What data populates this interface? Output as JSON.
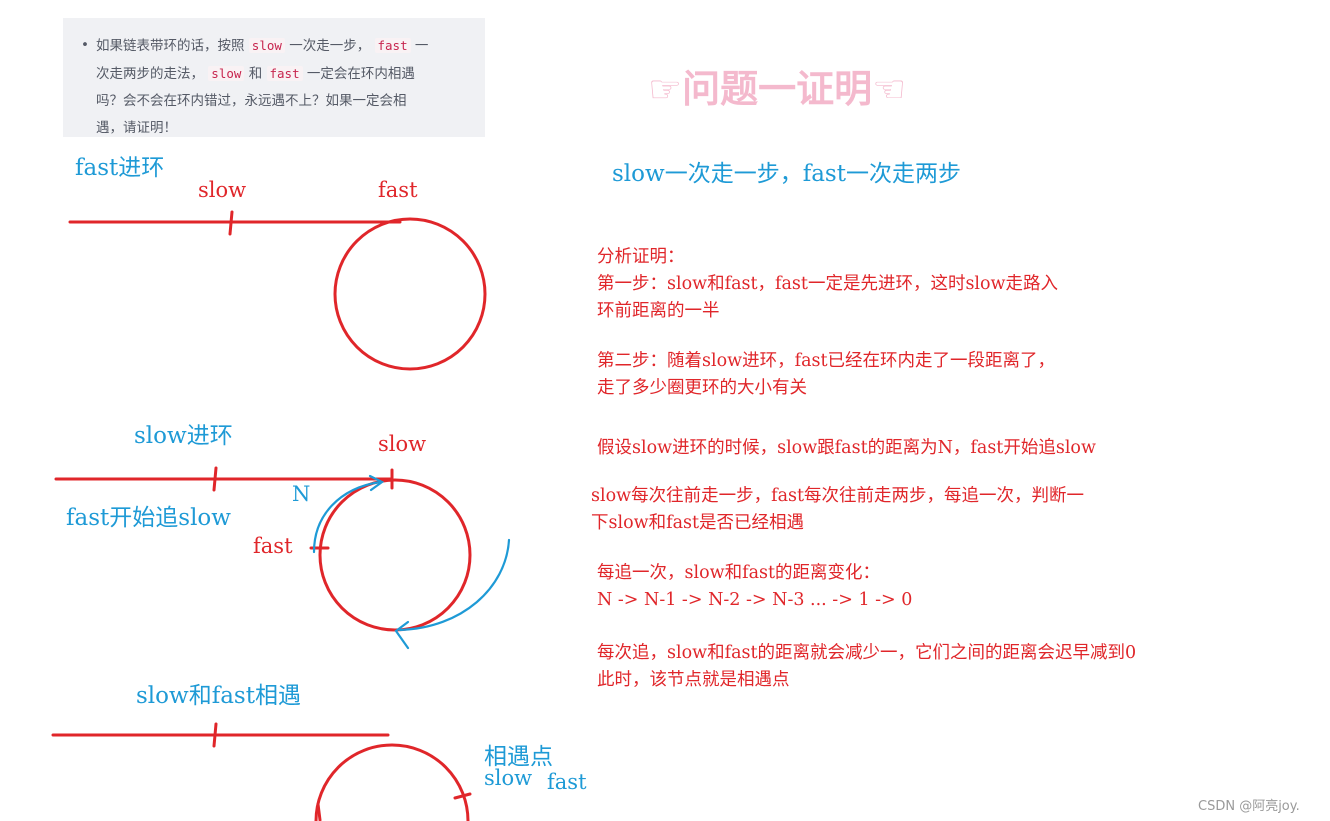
{
  "quote": {
    "line1_a": "如果链表带环的话，按照 ",
    "slow_code": "slow",
    "line1_b": " 一次走一步， ",
    "fast_code": "fast",
    "line1_c": " 一",
    "line2_a": "次走两步的走法， ",
    "line2_b": " 和 ",
    "line2_c": " 一定会在环内相遇",
    "line3": "吗？会不会在环内错过，永远遇不上？如果一定会相",
    "line4": "遇，请证明！"
  },
  "title": "☞问题一证明☜",
  "subtitle": "slow一次走一步，fast一次走两步",
  "fig1": {
    "heading": "fast进环",
    "slow": "slow",
    "fast": "fast"
  },
  "fig2": {
    "heading": "slow进环",
    "slow": "slow",
    "n": "N",
    "chase": "fast开始追slow",
    "fast": "fast"
  },
  "fig3": {
    "heading": "slow和fast相遇",
    "meet": "相遇点",
    "slow": "slow",
    "fast": "fast"
  },
  "notes": {
    "p1_l1": "分析证明：",
    "p1_l2": "第一步：slow和fast，fast一定是先进环，这时slow走路入",
    "p1_l3": "环前距离的一半",
    "p2_l1": "第二步：随着slow进环，fast已经在环内走了一段距离了，",
    "p2_l2": "走了多少圈更环的大小有关",
    "p3_l1": "假设slow进环的时候，slow跟fast的距离为N，fast开始追slow",
    "p4_l1": "slow每次往前走一步，fast每次往前走两步，每追一次，判断一",
    "p4_l2": "下slow和fast是否已经相遇",
    "p5_l1": "每追一次，slow和fast的距离变化：",
    "p5_l2": "N -> N-1 -> N-2 -> N-3 ... -> 1 -> 0",
    "p6_l1": "每次追，slow和fast的距离就会减少一，它们之间的距离会迟早减到0",
    "p6_l2": "此时，该节点就是相遇点"
  },
  "watermark": "CSDN @阿亮joy.",
  "colors": {
    "red": "#e0262a",
    "blue": "#1e9ad6",
    "pink": "#f4b9cd",
    "quote_bg": "#f0f1f4"
  }
}
